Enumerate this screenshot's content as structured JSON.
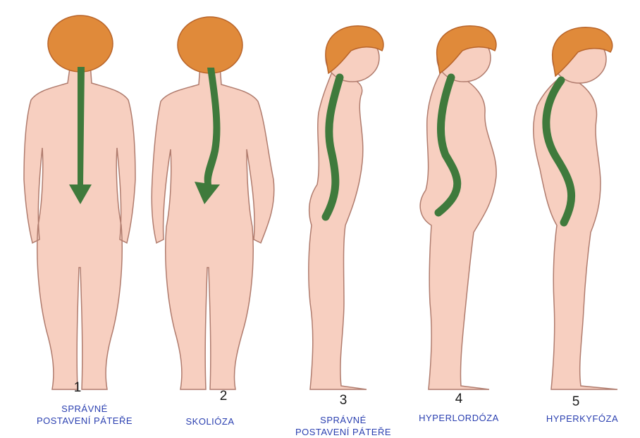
{
  "colors": {
    "skin": "#f7cfc0",
    "skin_outline": "#b07c6e",
    "hair": "#e08a3a",
    "hair_dark": "#b8642a",
    "spine": "#3f7a3c",
    "caption": "#2a3fb0",
    "number": "#1a1a1a"
  },
  "figures": [
    {
      "number": "1",
      "caption_line1": "SPRÁVNÉ",
      "caption_line2": "POSTAVENÍ PÁTEŘE",
      "view": "back",
      "spine": "straight"
    },
    {
      "number": "2",
      "caption_line1": "SKOLIÓZA",
      "caption_line2": "",
      "view": "back",
      "spine": "scoliosis"
    },
    {
      "number": "3",
      "caption_line1": "SPRÁVNÉ",
      "caption_line2": "POSTAVENÍ PÁTEŘE",
      "view": "side",
      "spine": "normal-s"
    },
    {
      "number": "4",
      "caption_line1": "HYPERLORDÓZA",
      "caption_line2": "",
      "view": "side",
      "spine": "hyperlordosis"
    },
    {
      "number": "5",
      "caption_line1": "HYPERKYFÓZA",
      "caption_line2": "",
      "view": "side",
      "spine": "hyperkyphosis"
    }
  ]
}
